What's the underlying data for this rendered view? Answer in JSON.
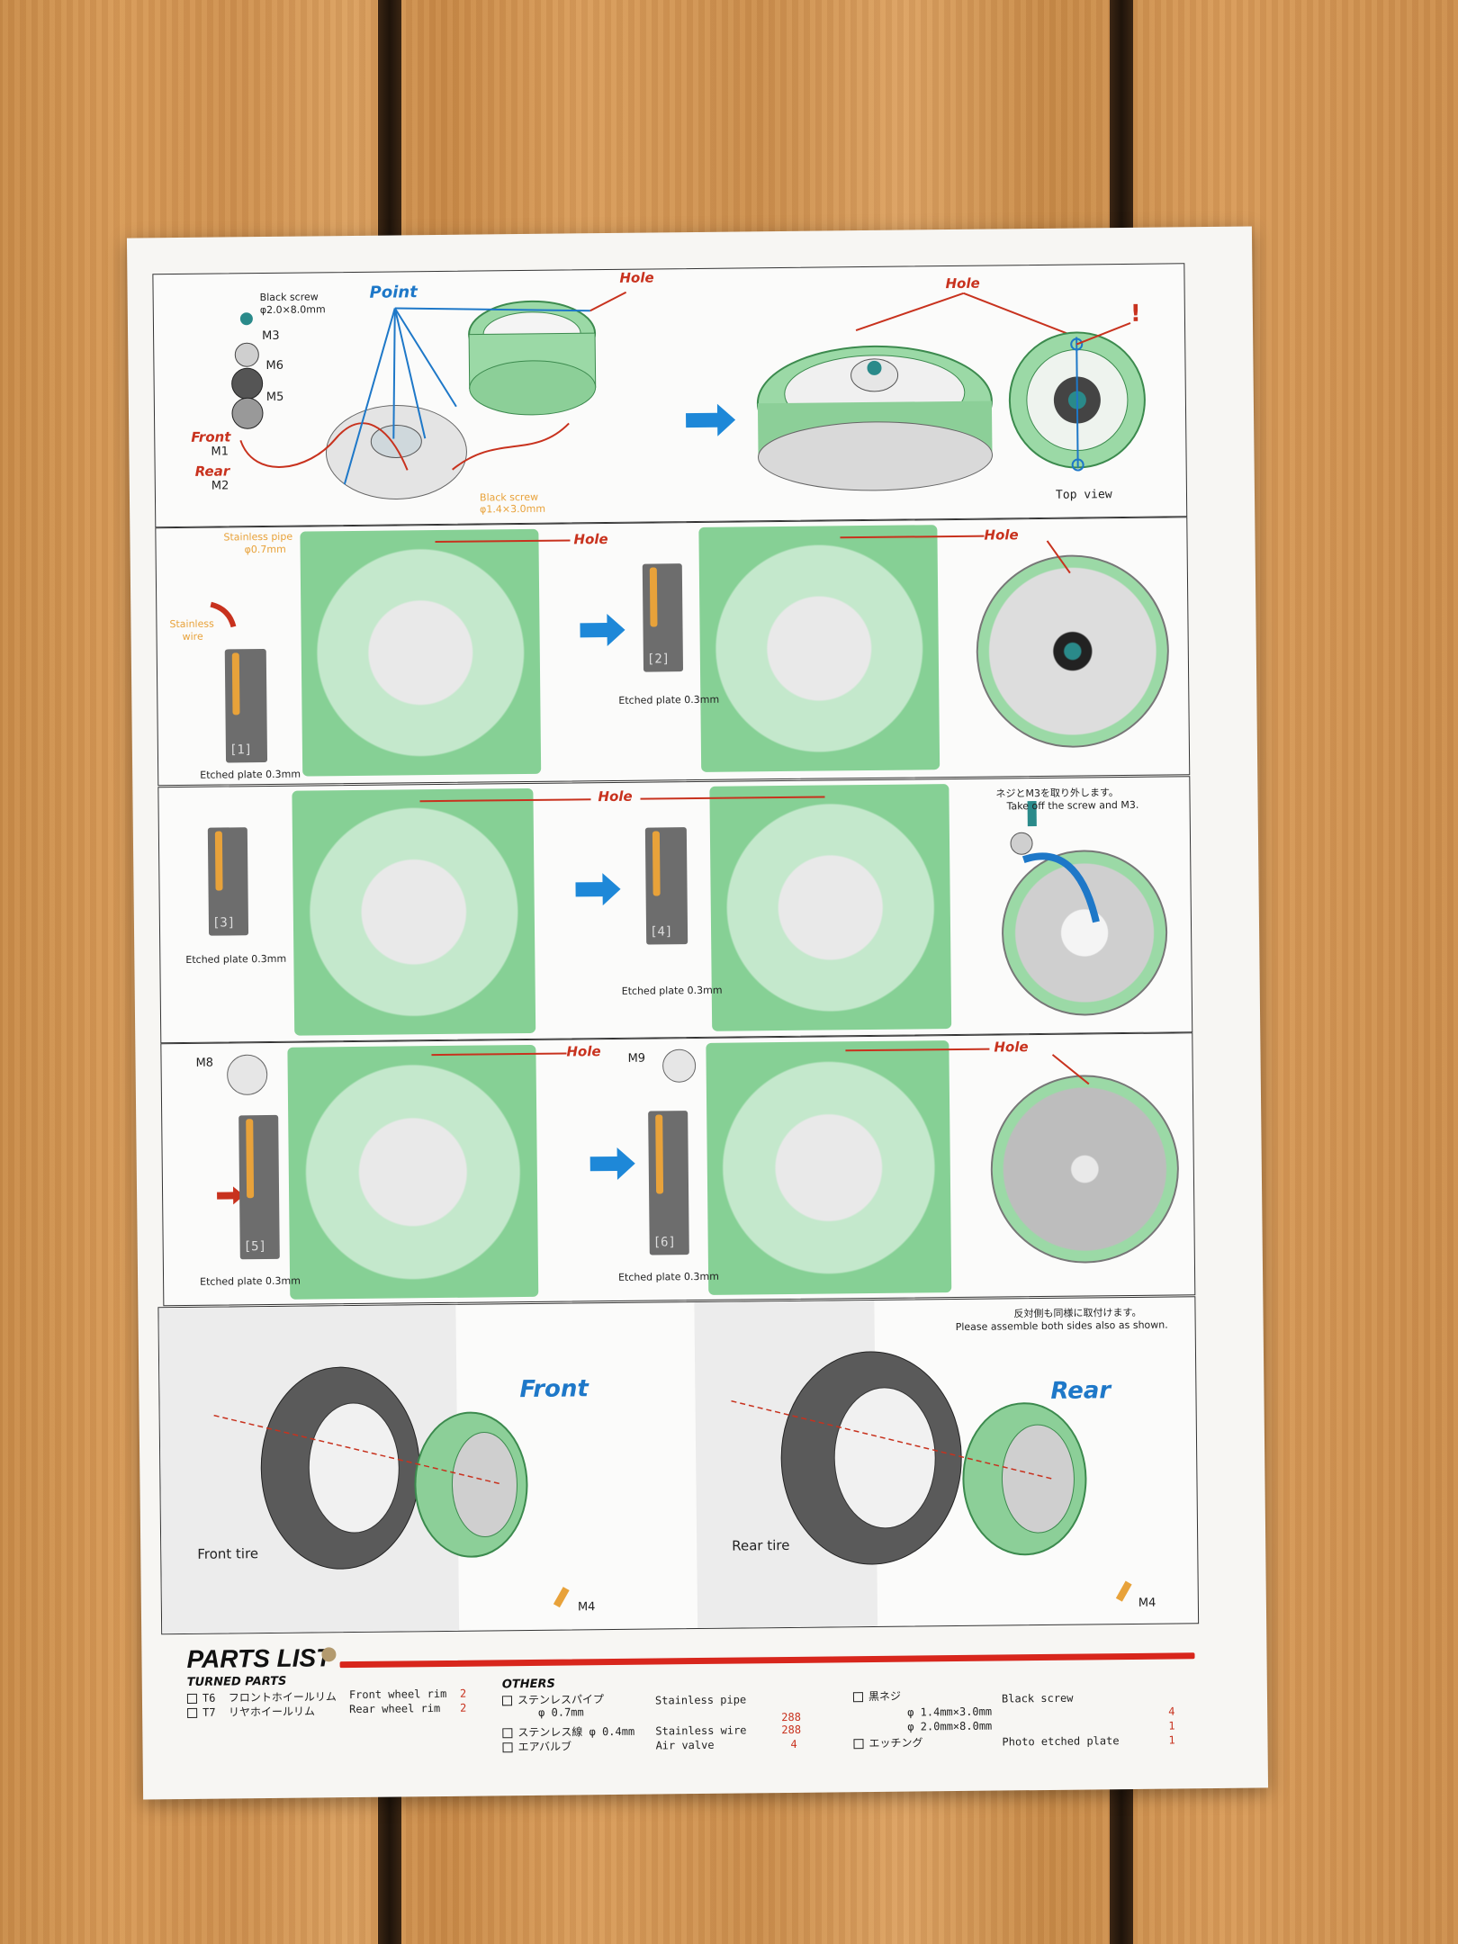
{
  "panel1": {
    "black_screw_top": "Black screw",
    "black_screw_top_size": "φ2.0×8.0mm",
    "m3": "M3",
    "m6": "M6",
    "m5": "M5",
    "point": "Point",
    "hole_a": "Hole",
    "hole_b": "Hole",
    "front": "Front",
    "m1": "M1",
    "rear": "Rear",
    "m2": "M2",
    "black_screw_bottom": "Black screw",
    "black_screw_bottom_size": "φ1.4×3.0mm",
    "exclaim": "!",
    "top_view": "Top view"
  },
  "panel2": {
    "stainless_pipe": "Stainless pipe",
    "pipe_size": "φ0.7mm",
    "stainless_wire_1": "Stainless",
    "stainless_wire_2": "wire",
    "hole_a": "Hole",
    "hole_b": "Hole",
    "etched_1_num": "[1]",
    "etched_1_label": "Etched plate 0.3mm",
    "etched_2_num": "[2]",
    "etched_2_label": "Etched plate 0.3mm"
  },
  "panel3": {
    "hole": "Hole",
    "etched_3_num": "[3]",
    "etched_3_label": "Etched plate 0.3mm",
    "etched_4_num": "[4]",
    "etched_4_label": "Etched plate 0.3mm",
    "jp_note": "ネジとM3を取り外します。",
    "en_note": "Take off the screw and M3."
  },
  "panel4": {
    "m8": "M8",
    "m9": "M9",
    "hole_a": "Hole",
    "hole_b": "Hole",
    "etched_5_num": "[5]",
    "etched_5_label": "Etched plate 0.3mm",
    "etched_6_num": "[6]",
    "etched_6_label": "Etched plate 0.3mm"
  },
  "panel5": {
    "jp_note": "反対側も同様に取付けます。",
    "en_note": "Please assemble both sides also as shown.",
    "front": "Front",
    "rear": "Rear",
    "front_tire": "Front tire",
    "rear_tire": "Rear tire",
    "m4_a": "M4",
    "m4_b": "M4"
  },
  "parts_list": {
    "title": "PARTS LIST",
    "turned_title": "TURNED PARTS",
    "turned": [
      {
        "code": "T6",
        "jp": "フロントホイールリム",
        "en": "Front wheel rim",
        "qty": "2"
      },
      {
        "code": "T7",
        "jp": "リヤホイールリム",
        "en": "Rear wheel rim",
        "qty": "2"
      }
    ],
    "others_title": "OTHERS",
    "others_left": [
      {
        "jp": "ステンレスパイプ",
        "jp2": "φ 0.7mm",
        "en": "Stainless pipe",
        "qty": "288"
      },
      {
        "jp": "ステンレス線  φ 0.4mm",
        "jp2": "",
        "en": "Stainless wire",
        "qty": "288"
      },
      {
        "jp": "エアバルブ",
        "jp2": "",
        "en": "Air valve",
        "qty": "4"
      }
    ],
    "others_right": [
      {
        "jp": "黒ネジ",
        "sizes": [
          "φ 1.4mm×3.0mm",
          "φ 2.0mm×8.0mm"
        ],
        "en": "Black screw",
        "qty": [
          "4",
          "1"
        ]
      },
      {
        "jp": "エッチング",
        "en": "Photo etched plate",
        "qty": "1"
      }
    ]
  },
  "colors": {
    "rim_green": "#7fce8e",
    "accent_red": "#c8321e",
    "accent_blue": "#1e88d8",
    "pipe_orange": "#e8a23a"
  }
}
